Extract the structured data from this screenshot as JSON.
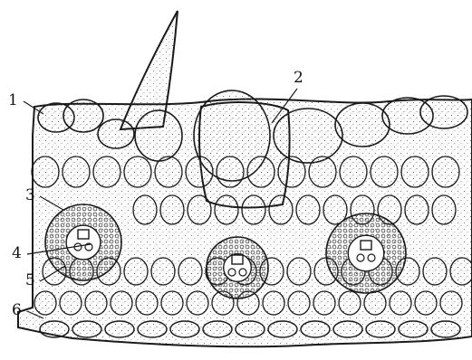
{
  "figure": {
    "labels": [
      "1",
      "2",
      "3",
      "4",
      "5",
      "6"
    ]
  },
  "colors": {
    "ink": "#1a1a1a",
    "paper": "#ffffff",
    "stipple": "#6a6a6a"
  }
}
